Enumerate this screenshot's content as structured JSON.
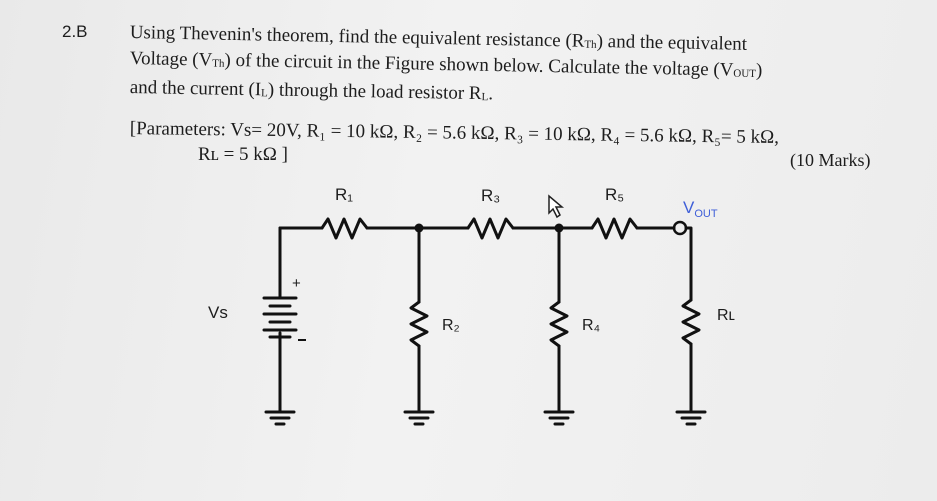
{
  "question": {
    "number": "2.B",
    "line1": "Using Thevenin's theorem, find the equivalent resistance (R",
    "line1_sub": "Th",
    "line1_end": ") and the equivalent",
    "line2_pre": "Voltage (V",
    "line2_sub": "Th",
    "line2_mid": ") of the circuit in the Figure shown below. Calculate the voltage (V",
    "line2_sub2": "OUT",
    "line2_end": ")",
    "line3_pre": "and the current (I",
    "line3_sub": "L",
    "line3_mid": ") through the load resistor R",
    "line3_sub2": "L",
    "line3_end": ".",
    "params_line1": "[Parameters: Vs= 20V, R₁ = 10 kΩ, R₂ = 5.6 kΩ, R₃ = 10 kΩ, R₄ = 5.6 kΩ, R₅= 5 kΩ,",
    "params_line2": "Rʟ = 5 kΩ ]",
    "marks": "(10 Marks)"
  },
  "circuit": {
    "labels": {
      "r1": "R₁",
      "r3": "R₃",
      "r5": "R₅",
      "vout": "V",
      "vout_sub": "OUT",
      "vs": "Vs",
      "r2": "R₂",
      "r4": "R₄",
      "rl": "Rʟ",
      "plus": "+"
    }
  }
}
